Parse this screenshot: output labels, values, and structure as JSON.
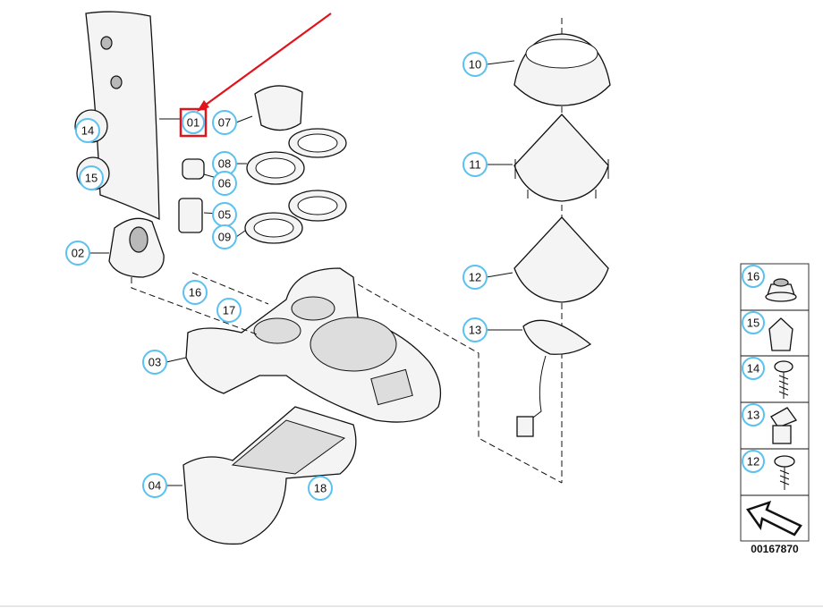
{
  "diagram": {
    "callouts": {
      "c14": "14",
      "c15": "15",
      "c01": "01",
      "c07": "07",
      "c08": "08",
      "c06": "06",
      "c05": "05",
      "c09": "09",
      "c02": "02",
      "c16": "16",
      "c17": "17",
      "c03": "03",
      "c04": "04",
      "c18": "18",
      "c10": "10",
      "c11": "11",
      "c12": "12",
      "c13": "13"
    },
    "highlighted_part": "01",
    "legend": [
      "16",
      "15",
      "14",
      "13",
      "12"
    ],
    "drawing_id": "00167870",
    "colors": {
      "callout_ring": "#5bc2f0",
      "highlight": "#e0141c"
    }
  }
}
